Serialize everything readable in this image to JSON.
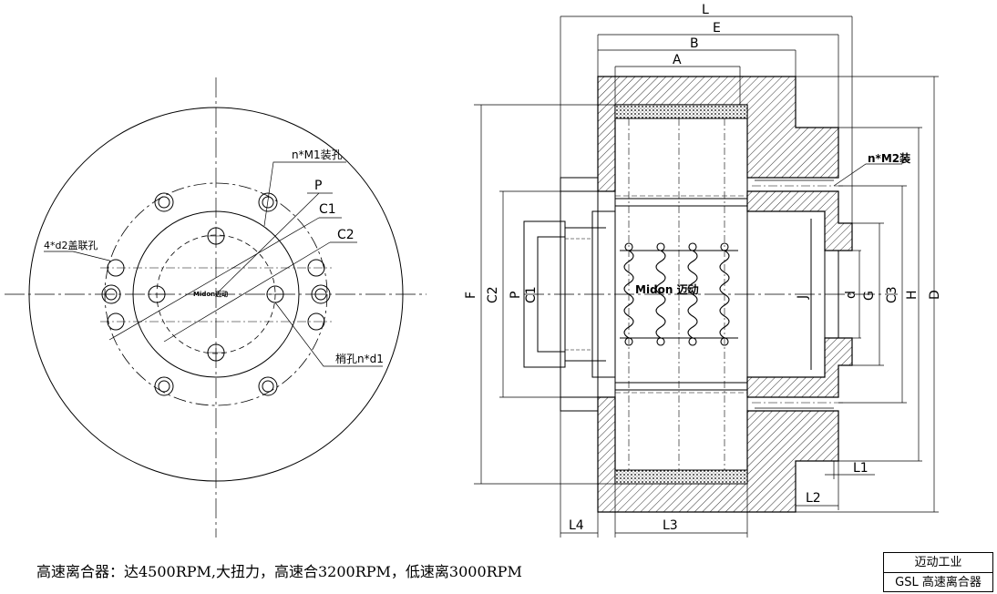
{
  "left_view": {
    "labels": {
      "n_m1": "n*M1装孔",
      "p": "P",
      "c1": "C1",
      "c2": "C2",
      "d2_holes": "4*d2盖联孔",
      "pin_hole": "梢孔n*d1",
      "center_brand": "Midon迈动"
    }
  },
  "right_view": {
    "dims": {
      "L": "L",
      "E": "E",
      "B": "B",
      "A": "A",
      "F": "F",
      "C2": "C2",
      "P": "P",
      "C1": "C1",
      "J": "J",
      "d": "d",
      "G": "G",
      "C3": "C3",
      "H": "H",
      "D": "D",
      "L1": "L1",
      "L2": "L2",
      "L3": "L3",
      "L4": "L4"
    },
    "n_m2": "n*M2装",
    "brand": "Midon 迈动"
  },
  "caption": "高速离合器：达4500RPM,大扭力，高速合3200RPM，低速离3000RPM",
  "title_block": {
    "company": "迈动工业",
    "product": "GSL 高速离合器"
  }
}
